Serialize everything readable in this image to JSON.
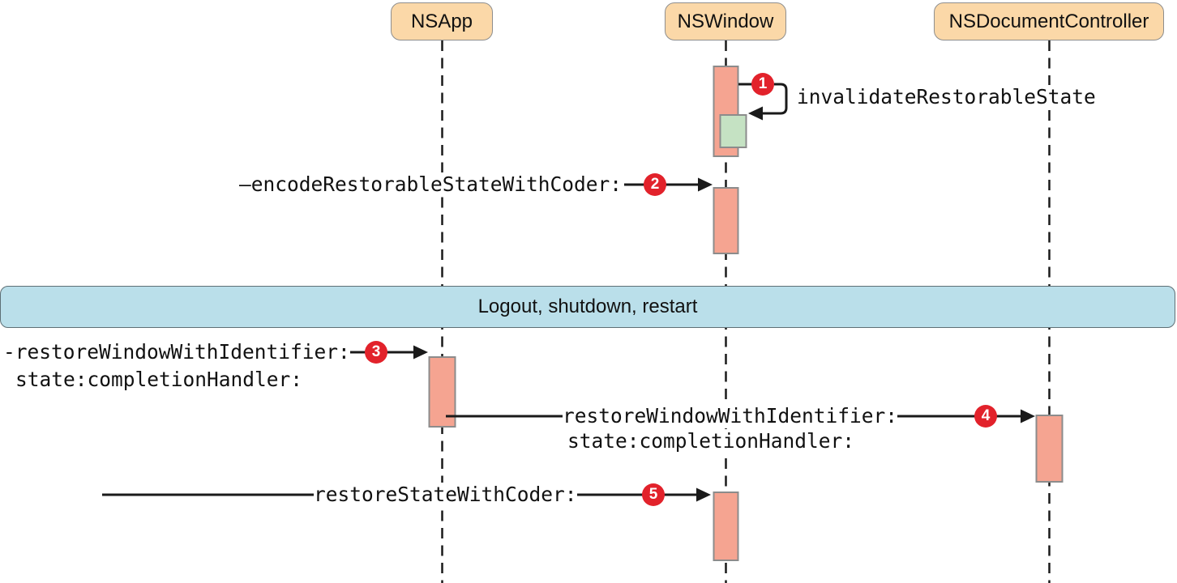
{
  "participants": [
    {
      "label": "NSApp"
    },
    {
      "label": "NSWindow"
    },
    {
      "label": "NSDocumentController"
    }
  ],
  "divider": {
    "label": "Logout, shutdown, restart"
  },
  "messages": [
    {
      "step": "1",
      "label": "invalidateRestorableState",
      "kind": "self-message",
      "lifeline": "NSWindow"
    },
    {
      "step": "2",
      "label": "—encodeRestorableStateWithCoder:",
      "kind": "message",
      "target": "NSWindow"
    },
    {
      "step": "3",
      "lines": [
        "-restoreWindowWithIdentifier:",
        "state:completionHandler:"
      ],
      "kind": "message",
      "target": "NSApp"
    },
    {
      "step": "4",
      "lines": [
        "restoreWindowWithIdentifier:",
        "state:completionHandler:"
      ],
      "kind": "message",
      "source": "NSApp",
      "target": "NSDocumentController"
    },
    {
      "step": "5",
      "label": "restoreStateWithCoder:",
      "kind": "message",
      "target": "NSWindow"
    }
  ],
  "colors": {
    "participant_fill": "#FBD8A8",
    "participant_border": "#8E8E8E",
    "divider_fill": "#BADFEA",
    "divider_border": "#5E6F75",
    "activation_fill": "#F5A491",
    "activation_border": "#8C8C8C",
    "nested_activation_fill": "#C5E2C3",
    "step_badge_fill": "#E2222B",
    "step_badge_text": "#FFFFFF",
    "line": "#1A1A1A"
  }
}
